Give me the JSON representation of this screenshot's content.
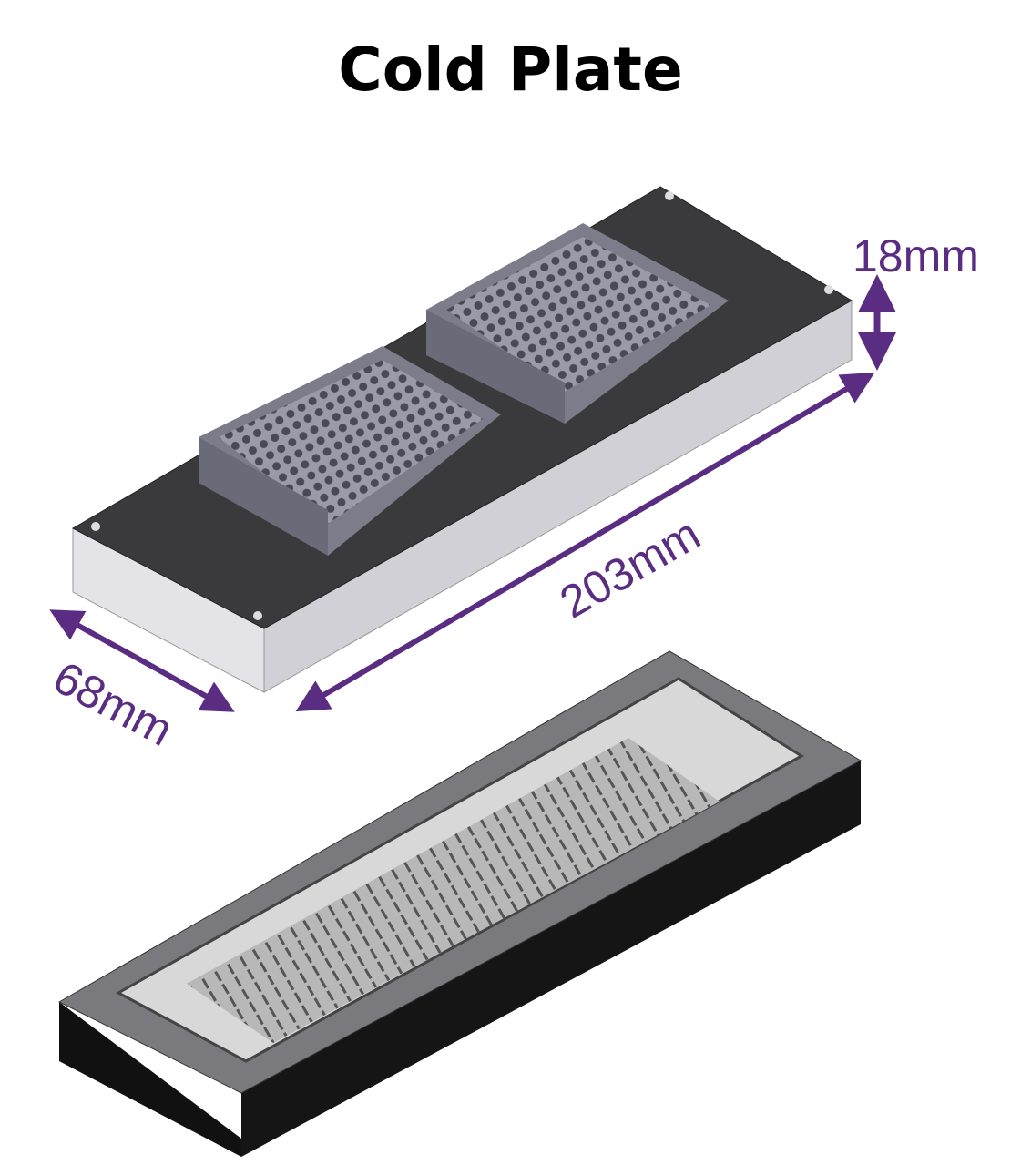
{
  "title": "Cold Plate",
  "dimensions": {
    "height": "18mm",
    "length": "203mm",
    "width": "68mm"
  },
  "colors": {
    "dimension": "#5a2d82",
    "plate_top": "#3a3a3c",
    "plate_side": "#d8d8dc",
    "module": "#8e8e9c",
    "tray_side": "#151515"
  }
}
